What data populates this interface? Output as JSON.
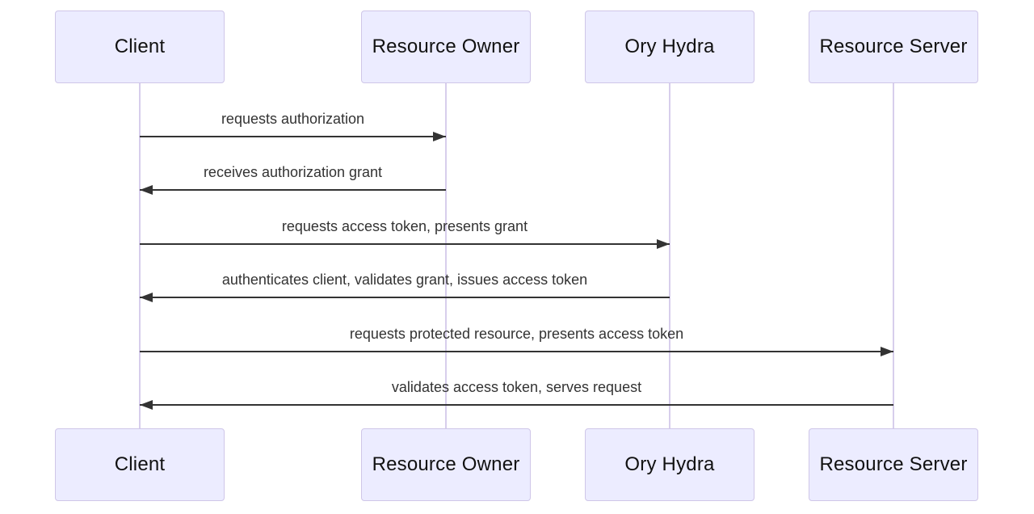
{
  "diagram": {
    "type": "sequence",
    "actors": [
      {
        "label": "Client"
      },
      {
        "label": "Resource Owner"
      },
      {
        "label": "Ory Hydra"
      },
      {
        "label": "Resource Server"
      }
    ],
    "messages": [
      {
        "text": "requests authorization",
        "from": "Client",
        "to": "Resource Owner",
        "direction": "right"
      },
      {
        "text": "receives authorization grant",
        "from": "Resource Owner",
        "to": "Client",
        "direction": "left"
      },
      {
        "text": "requests access token, presents grant",
        "from": "Client",
        "to": "Ory Hydra",
        "direction": "right"
      },
      {
        "text": "authenticates client, validates grant, issues access token",
        "from": "Ory Hydra",
        "to": "Client",
        "direction": "left"
      },
      {
        "text": "requests protected resource, presents access token",
        "from": "Client",
        "to": "Resource Server",
        "direction": "right"
      },
      {
        "text": "validates access token, serves request",
        "from": "Resource Server",
        "to": "Client",
        "direction": "left"
      }
    ],
    "colors": {
      "background": "#FFFFFF",
      "actor_fill": "#ECECFF",
      "actor_border": "#CFC6E8",
      "lifeline": "#D7CEEC",
      "arrow": "#333333",
      "message_text": "#333333",
      "actor_text": "#111111"
    }
  }
}
